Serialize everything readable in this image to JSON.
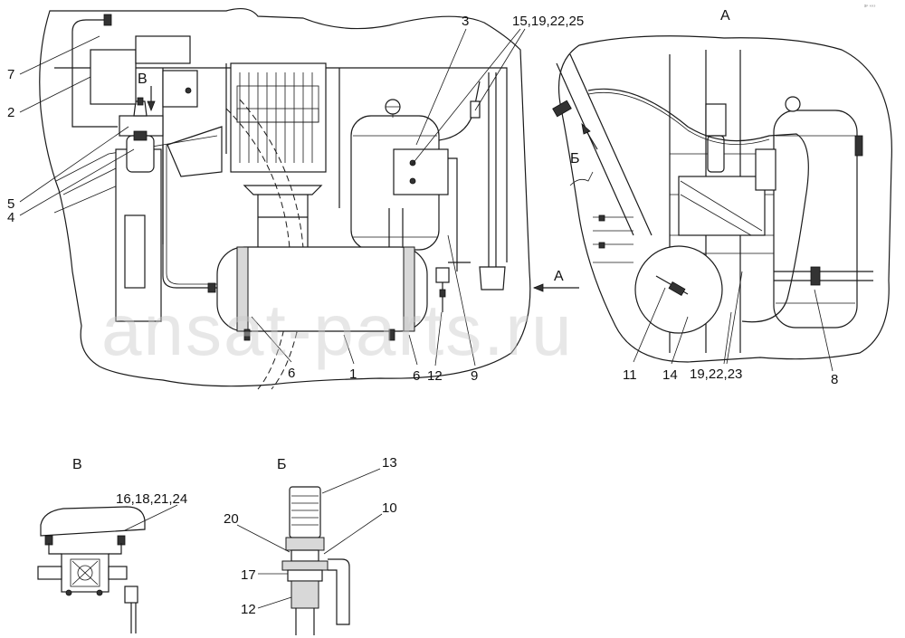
{
  "watermark": "ansat-parts.ru",
  "corner_mark": "sⁿ ‹‹‹›",
  "views": {
    "view_a": "А",
    "view_b_arrow": "Б",
    "view_v_arrow": "В",
    "view_a_arrow": "А",
    "detail_v": "В",
    "detail_b": "Б"
  },
  "callouts": {
    "c7": "7",
    "c2": "2",
    "c5": "5",
    "c4": "4",
    "c3": "3",
    "c15_19_22_25": "15,19,22,25",
    "c6_left": "6",
    "c1": "1",
    "c6_right": "6",
    "c12": "12",
    "c9": "9",
    "c11": "11",
    "c14": "14",
    "c19_22_23": "19,22,23",
    "c8": "8",
    "c16_18_21_24": "16,18,21,24",
    "c13": "13",
    "c20": "20",
    "c10": "10",
    "c17": "17",
    "c12_detail": "12"
  }
}
